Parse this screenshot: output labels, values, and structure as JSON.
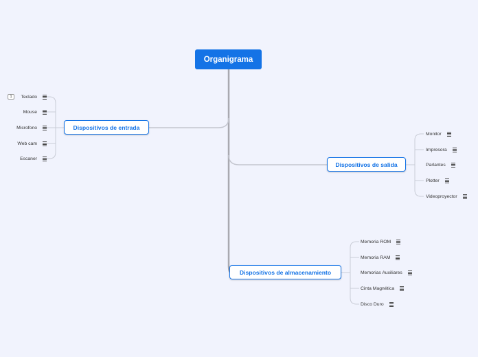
{
  "root": {
    "label": "Organigrama"
  },
  "branches": {
    "entrada": {
      "label": "Dispositivos de entrada",
      "items": [
        "Teclado",
        "Mouse",
        "Microfono",
        "Web cam",
        "Escaner"
      ],
      "badge": "1"
    },
    "salida": {
      "label": "Dispositivos de salida",
      "items": [
        "Monitor",
        "Impresora",
        "Parlantes",
        "Plotter",
        "Videoproyector"
      ]
    },
    "almacenamiento": {
      "label": "Dispositivos de almacenamiento",
      "items": [
        "Memoria ROM",
        "Memoria RAM",
        "Memorias Auxiliares",
        "Cinta Magnética",
        "Disco Duro"
      ]
    }
  },
  "colors": {
    "background": "#f1f3fd",
    "accent": "#1473e6",
    "connector_main": "#a9a9b0",
    "connector_leaf": "#c9ccd6"
  },
  "icons": {
    "leaf_note": "notes-icon"
  }
}
